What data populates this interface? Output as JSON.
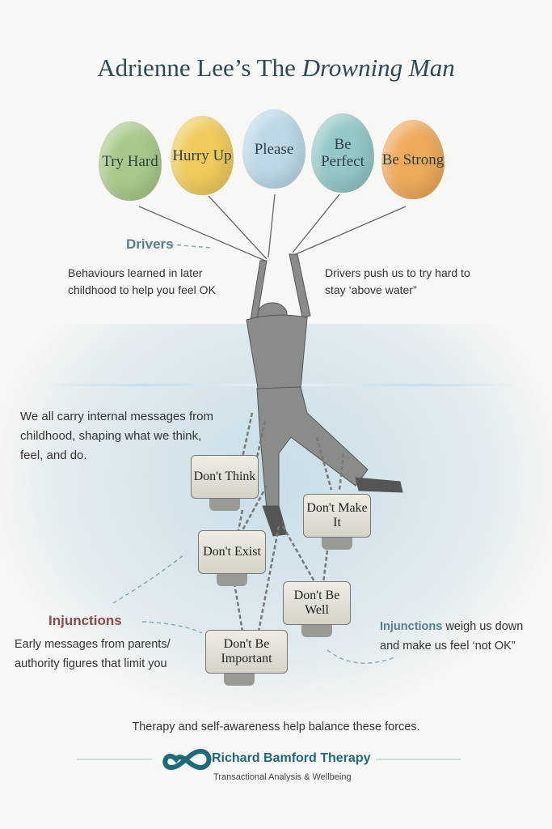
{
  "title": {
    "main": "Adrienne Lee’s The ",
    "italic": "Drowning Man"
  },
  "balloons": [
    {
      "label": "Try Hard",
      "color": "#a9c98a"
    },
    {
      "label": "Hurry Up",
      "color": "#f0cb5c"
    },
    {
      "label": "Please",
      "color": "#bcd8e6"
    },
    {
      "label": "Be Perfect",
      "color": "#93c8c6"
    },
    {
      "label": "Be Strong",
      "color": "#eeaa5c"
    }
  ],
  "drivers": {
    "heading": "Drivers",
    "description": "Behaviours learned in later childhood to help you feel OK",
    "note": "Drivers push us to try hard to stay ‘above water”"
  },
  "intro": "We all carry internal messages from childhood, shaping what we think, feel, and do.",
  "weights": [
    "Don't Think",
    "Don't Make It",
    "Don't Exist",
    "Don't Be Well",
    "Don't Be Important"
  ],
  "injunctions": {
    "heading": "Injunctions",
    "description": "Early messages from parents/ authority figures that limit you",
    "note_bold": "Injunctions",
    "note": " weigh us down and make us feel ‘not OK”"
  },
  "footer": {
    "tagline": "Therapy and self-awareness help balance these forces.",
    "brand": "Richard Bamford Therapy",
    "subtitle": "Transactional Analysis & Wellbeing"
  },
  "colors": {
    "drivers": "#5a7f8c",
    "injunctions": "#8a4a4a",
    "brand": "#1f6a78"
  }
}
